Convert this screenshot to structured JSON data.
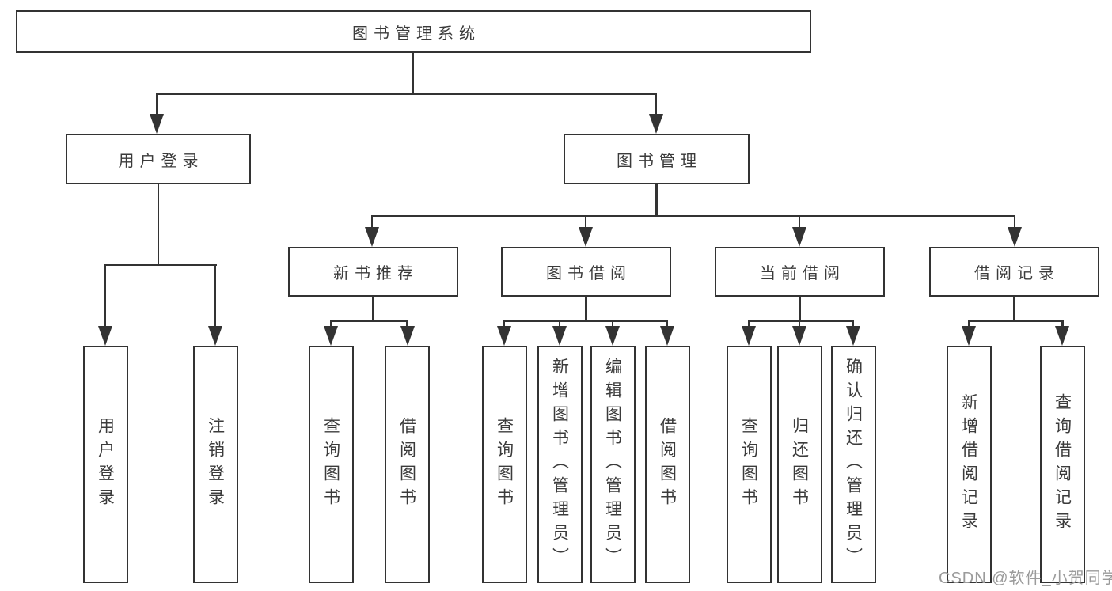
{
  "diagram": {
    "type": "hierarchy-tree",
    "title": "图书管理系统",
    "nodes": [
      {
        "id": "n0",
        "label": "图书管理系统",
        "parent": null
      },
      {
        "id": "n1",
        "label": "用户登录",
        "parent": "n0"
      },
      {
        "id": "n2",
        "label": "图书管理",
        "parent": "n0"
      },
      {
        "id": "n3",
        "label": "新书推荐",
        "parent": "n2"
      },
      {
        "id": "n4",
        "label": "图书借阅",
        "parent": "n2"
      },
      {
        "id": "n5",
        "label": "当前借阅",
        "parent": "n2"
      },
      {
        "id": "n6",
        "label": "借阅记录",
        "parent": "n2"
      },
      {
        "id": "n7",
        "label": "用户登录",
        "parent": "n1"
      },
      {
        "id": "n8",
        "label": "注销登录",
        "parent": "n1"
      },
      {
        "id": "n9",
        "label": "查询图书",
        "parent": "n3"
      },
      {
        "id": "n10",
        "label": "借阅图书",
        "parent": "n3"
      },
      {
        "id": "n11",
        "label": "查询图书",
        "parent": "n4"
      },
      {
        "id": "n12",
        "label": "新增图书（管理员）",
        "parent": "n4"
      },
      {
        "id": "n13",
        "label": "编辑图书（管理员）",
        "parent": "n4"
      },
      {
        "id": "n14",
        "label": "借阅图书",
        "parent": "n4"
      },
      {
        "id": "n15",
        "label": "查询图书",
        "parent": "n5"
      },
      {
        "id": "n16",
        "label": "归还图书",
        "parent": "n5"
      },
      {
        "id": "n17",
        "label": "确认归还（管理员）",
        "parent": "n5"
      },
      {
        "id": "n18",
        "label": "新增借阅记录",
        "parent": "n6"
      },
      {
        "id": "n19",
        "label": "查询借阅记录",
        "parent": "n6"
      }
    ]
  },
  "colors": {
    "line": "#333333",
    "text": "#3b3b3b",
    "watermark": "#9b9b9b",
    "background": "#ffffff"
  },
  "watermark": {
    "text": "CSDN @软件_小贺同学"
  }
}
